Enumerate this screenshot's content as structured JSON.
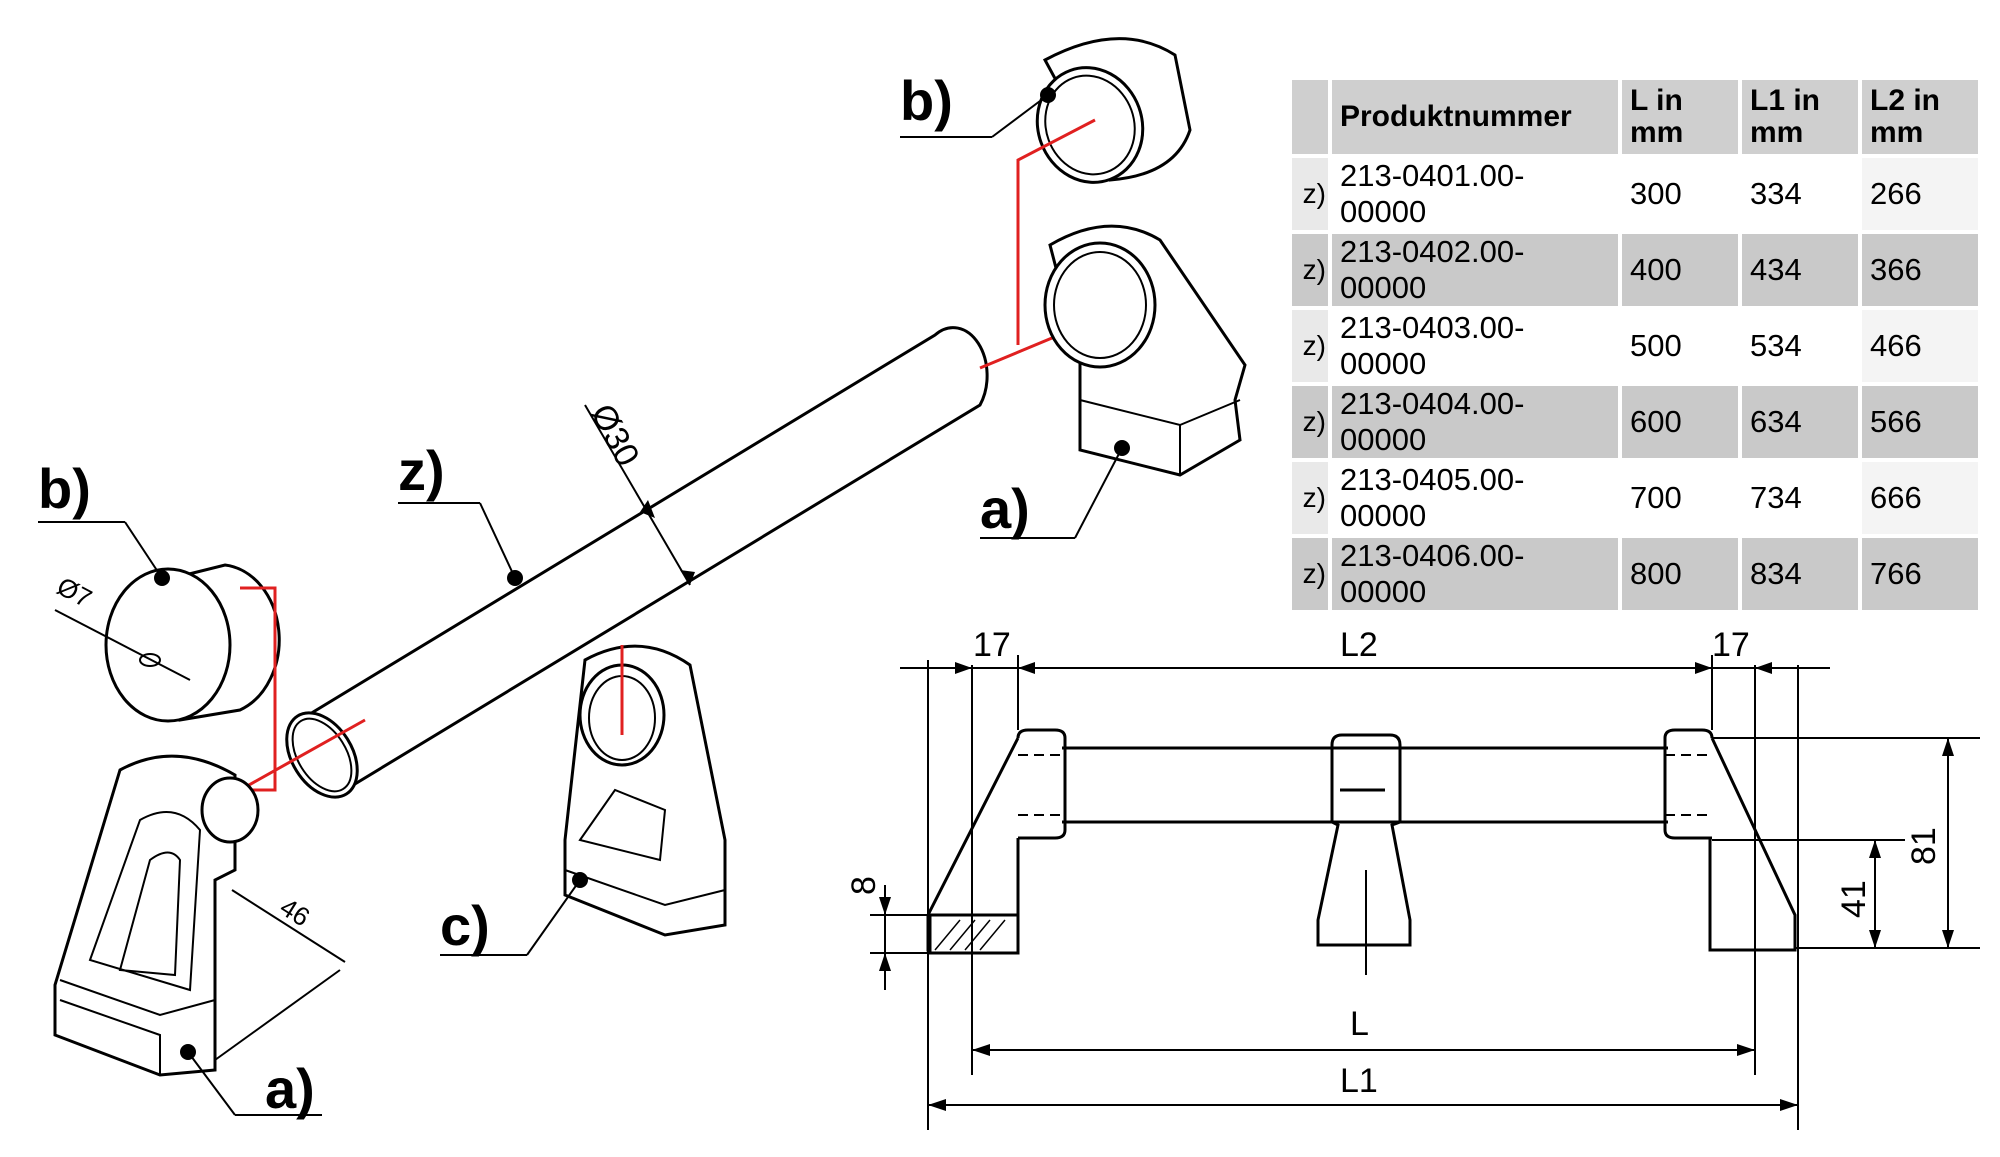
{
  "labels": {
    "a": "a)",
    "b": "b)",
    "c": "c)",
    "z": "z)"
  },
  "dimensions": {
    "tube_diameter": "Ø30",
    "cap_hole_diameter": "Ø7",
    "foot_depth": "46",
    "left_offset": "17",
    "right_offset": "17",
    "span_L2": "L2",
    "length_L": "L",
    "length_L1": "L1",
    "height_total": "81",
    "height_tube_axis": "41",
    "foot_thickness": "8"
  },
  "table": {
    "headers": [
      "Produktnummer",
      "L in mm",
      "L1 in mm",
      "L2 in mm"
    ],
    "prefix": "z)",
    "rows": [
      {
        "product": "213-0401.00-00000",
        "L": "300",
        "L1": "334",
        "L2": "266"
      },
      {
        "product": "213-0402.00-00000",
        "L": "400",
        "L1": "434",
        "L2": "366"
      },
      {
        "product": "213-0403.00-00000",
        "L": "500",
        "L1": "534",
        "L2": "466"
      },
      {
        "product": "213-0404.00-00000",
        "L": "600",
        "L1": "634",
        "L2": "566"
      },
      {
        "product": "213-0405.00-00000",
        "L": "700",
        "L1": "734",
        "L2": "666"
      },
      {
        "product": "213-0406.00-00000",
        "L": "800",
        "L1": "834",
        "L2": "766"
      }
    ]
  },
  "colors": {
    "accent_line": "#e02020",
    "table_header": "#cfcfcf",
    "table_stripe": "#c9c9c9"
  }
}
